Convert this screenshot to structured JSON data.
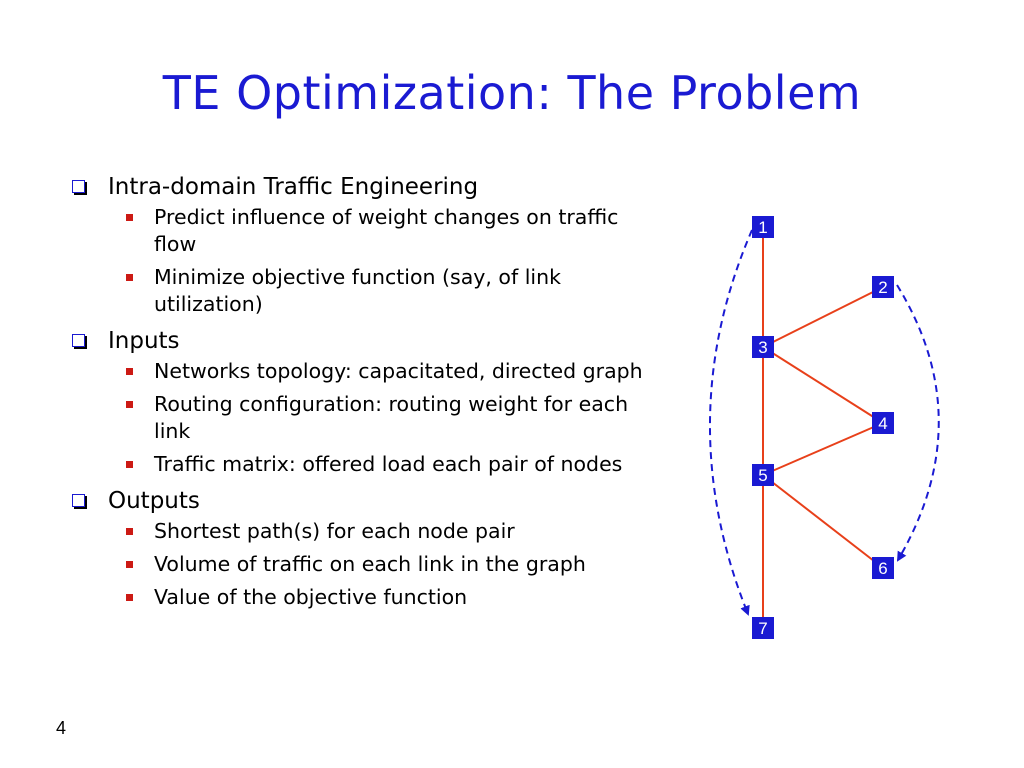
{
  "title": "TE Optimization: The Problem",
  "sections": [
    {
      "heading": "Intra-domain Traffic Engineering",
      "items": [
        "Predict influence of weight changes on traffic flow",
        "Minimize objective function (say, of link utilization)"
      ]
    },
    {
      "heading": "Inputs",
      "items": [
        "Networks topology: capacitated, directed graph",
        "Routing configuration: routing weight for each link",
        "Traffic matrix: offered load each pair of nodes"
      ]
    },
    {
      "heading": "Outputs",
      "items": [
        "Shortest path(s) for each node pair",
        "Volume of traffic on each link in the graph",
        "Value of the objective function"
      ]
    }
  ],
  "diagram": {
    "nodes": [
      "1",
      "2",
      "3",
      "4",
      "5",
      "6",
      "7"
    ],
    "edges": [
      [
        "1",
        "3"
      ],
      [
        "3",
        "2"
      ],
      [
        "3",
        "4"
      ],
      [
        "3",
        "5"
      ],
      [
        "5",
        "4"
      ],
      [
        "5",
        "6"
      ],
      [
        "5",
        "7"
      ]
    ],
    "dashed_arrows": [
      [
        "1",
        "7"
      ],
      [
        "2",
        "6"
      ]
    ],
    "colors": {
      "node_fill": "#1a1ad2",
      "edge": "#e8401a",
      "dashed": "#1a1ad2"
    }
  },
  "page_number": "4"
}
